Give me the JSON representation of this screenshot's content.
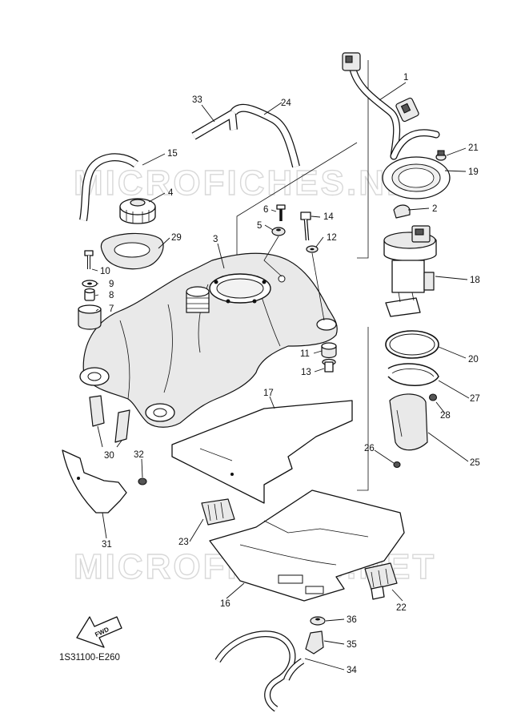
{
  "diagram_code": "1S31100-E260",
  "fwd_label": "FWD",
  "watermarks": [
    "MICROFICHES.NET",
    "MICROFICHES.NET"
  ],
  "callouts": [
    {
      "id": "c1",
      "label": "1"
    },
    {
      "id": "c2",
      "label": "2"
    },
    {
      "id": "c3",
      "label": "3"
    },
    {
      "id": "c4",
      "label": "4"
    },
    {
      "id": "c5",
      "label": "5"
    },
    {
      "id": "c6",
      "label": "6"
    },
    {
      "id": "c7",
      "label": "7"
    },
    {
      "id": "c8",
      "label": "8"
    },
    {
      "id": "c9",
      "label": "9"
    },
    {
      "id": "c10",
      "label": "10"
    },
    {
      "id": "c11",
      "label": "11"
    },
    {
      "id": "c12",
      "label": "12"
    },
    {
      "id": "c13",
      "label": "13"
    },
    {
      "id": "c14",
      "label": "14"
    },
    {
      "id": "c15",
      "label": "15"
    },
    {
      "id": "c16",
      "label": "16"
    },
    {
      "id": "c17",
      "label": "17"
    },
    {
      "id": "c18",
      "label": "18"
    },
    {
      "id": "c19",
      "label": "19"
    },
    {
      "id": "c20",
      "label": "20"
    },
    {
      "id": "c21",
      "label": "21"
    },
    {
      "id": "c22",
      "label": "22"
    },
    {
      "id": "c23",
      "label": "23"
    },
    {
      "id": "c24",
      "label": "24"
    },
    {
      "id": "c25",
      "label": "25"
    },
    {
      "id": "c26",
      "label": "26"
    },
    {
      "id": "c27",
      "label": "27"
    },
    {
      "id": "c28",
      "label": "28"
    },
    {
      "id": "c29",
      "label": "29"
    },
    {
      "id": "c30",
      "label": "30"
    },
    {
      "id": "c31",
      "label": "31"
    },
    {
      "id": "c32",
      "label": "32"
    },
    {
      "id": "c33",
      "label": "33"
    },
    {
      "id": "c34",
      "label": "34"
    },
    {
      "id": "c35",
      "label": "35"
    },
    {
      "id": "c36",
      "label": "36"
    }
  ]
}
